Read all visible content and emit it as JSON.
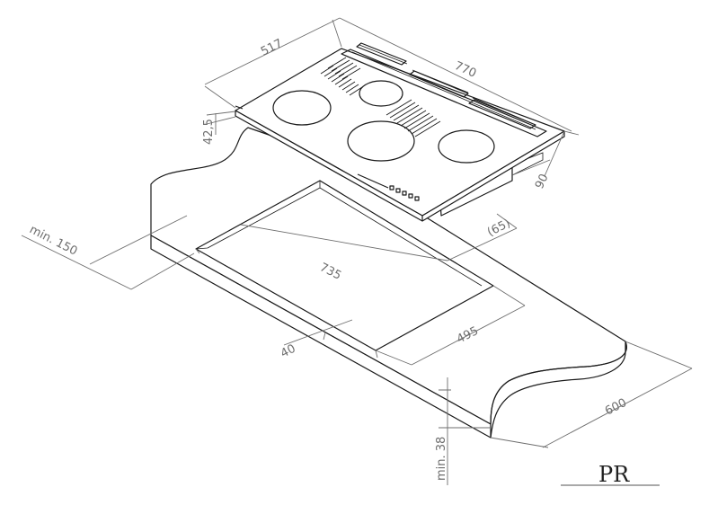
{
  "dimensions": {
    "hob_width": "770",
    "hob_depth": "517",
    "hob_thickness": "42,5",
    "hob_total_height": "90",
    "rear_offset": "(65)",
    "cutout_width": "735",
    "cutout_depth": "495",
    "front_margin": "40",
    "side_clearance": "min. 150",
    "worktop_thickness": "min. 38",
    "worktop_depth": "600"
  },
  "colors": {
    "line": "#1a1a1a",
    "dimension": "#6e6e6e",
    "background": "#ffffff"
  },
  "logo": {
    "text": "PR"
  }
}
